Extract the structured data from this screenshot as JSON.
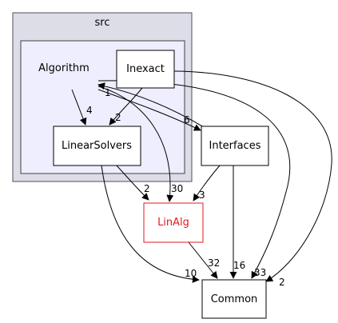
{
  "diagram": {
    "clusters": {
      "src": {
        "label": "src",
        "fill": "#dddde8",
        "stroke": "#4f4f5f"
      },
      "algorithm": {
        "label": "Algorithm",
        "fill": "#eeeeff",
        "stroke": "#404040"
      }
    },
    "nodes": {
      "inexact": {
        "label": "Inexact",
        "stroke": "#000000"
      },
      "linear_solvers": {
        "label": "LinearSolvers",
        "stroke": "#000000"
      },
      "interfaces": {
        "label": "Interfaces",
        "stroke": "#000000"
      },
      "linalg": {
        "label": "LinAlg",
        "stroke": "#e41a1c",
        "text_color": "#e41a1c"
      },
      "common": {
        "label": "Common",
        "stroke": "#000000"
      }
    },
    "edges": {
      "algorithm_to_linear_solvers": "4",
      "inexact_to_linear_solvers": "2",
      "interfaces_to_algorithm": "1",
      "algorithm_to_interfaces": "6",
      "linear_solvers_to_linalg": "2",
      "algorithm_to_linalg": "30",
      "interfaces_to_linalg": "3",
      "linear_solvers_to_common": "10",
      "linalg_to_common": "32",
      "interfaces_to_common": "16",
      "algorithm_to_common": "33",
      "inexact_to_common": "2"
    }
  }
}
